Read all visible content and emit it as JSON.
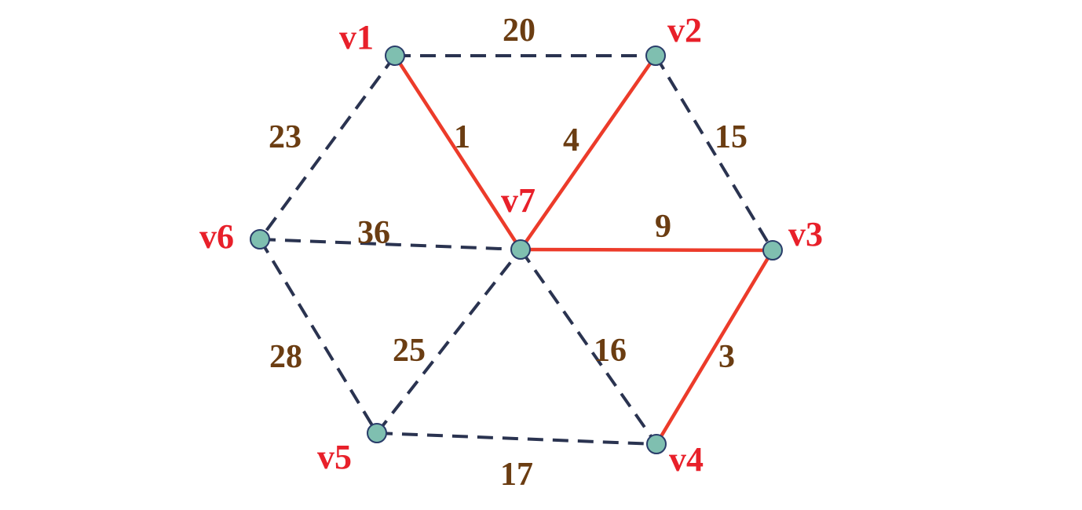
{
  "graph": {
    "nodes": [
      {
        "id": "v1",
        "label": "v1"
      },
      {
        "id": "v2",
        "label": "v2"
      },
      {
        "id": "v3",
        "label": "v3"
      },
      {
        "id": "v4",
        "label": "v4"
      },
      {
        "id": "v5",
        "label": "v5"
      },
      {
        "id": "v6",
        "label": "v6"
      },
      {
        "id": "v7",
        "label": "v7"
      }
    ],
    "edges": [
      {
        "from": "v1",
        "to": "v2",
        "weight": "20",
        "in_tree": false
      },
      {
        "from": "v2",
        "to": "v3",
        "weight": "15",
        "in_tree": false
      },
      {
        "from": "v1",
        "to": "v6",
        "weight": "23",
        "in_tree": false
      },
      {
        "from": "v6",
        "to": "v7",
        "weight": "36",
        "in_tree": false
      },
      {
        "from": "v6",
        "to": "v5",
        "weight": "28",
        "in_tree": false
      },
      {
        "from": "v5",
        "to": "v7",
        "weight": "25",
        "in_tree": false
      },
      {
        "from": "v7",
        "to": "v4",
        "weight": "16",
        "in_tree": false
      },
      {
        "from": "v5",
        "to": "v4",
        "weight": "17",
        "in_tree": false
      },
      {
        "from": "v1",
        "to": "v7",
        "weight": "1",
        "in_tree": true
      },
      {
        "from": "v2",
        "to": "v7",
        "weight": "4",
        "in_tree": true
      },
      {
        "from": "v7",
        "to": "v3",
        "weight": "9",
        "in_tree": true
      },
      {
        "from": "v3",
        "to": "v4",
        "weight": "3",
        "in_tree": true
      }
    ],
    "colors": {
      "node_label": "#e8202a",
      "weight_label": "#6b3d12",
      "node_fill": "#7fbfb0",
      "tree_edge": "#ec3b2a",
      "non_tree_edge": "#2a3350"
    }
  }
}
